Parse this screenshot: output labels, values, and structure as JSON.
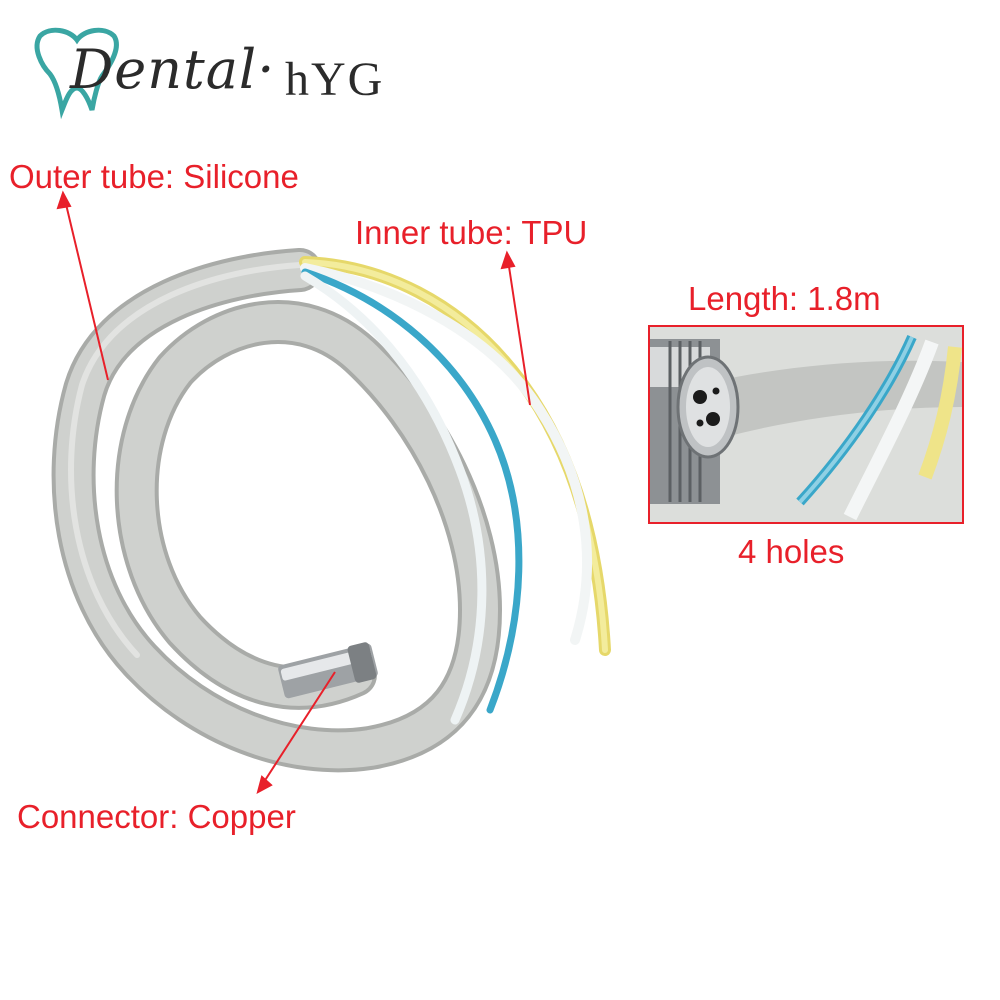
{
  "logo": {
    "brand_script": "Dental",
    "brand_suffix": "hYG",
    "icon": "tooth-icon"
  },
  "labels": {
    "outer_tube": "Outer tube: Silicone",
    "inner_tube": "Inner tube: TPU",
    "length": "Length: 1.8m",
    "holes": "4 holes",
    "connector": "Connector: Copper"
  },
  "colors": {
    "annotation": "#e8202a",
    "hose": "#c9cbc8",
    "tube_yellow": "#f0e68a",
    "tube_blue": "#3aa7c9",
    "tube_white": "#eef3f4",
    "metal": "#b8bcbf",
    "logo_teal": "#3aa6a3"
  }
}
